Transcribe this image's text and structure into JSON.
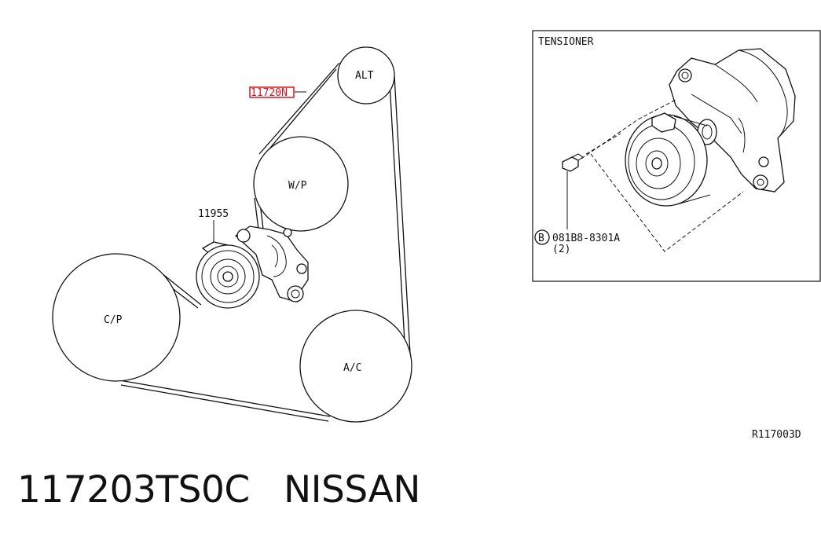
{
  "pulleys": {
    "alt": "ALT",
    "wp": "W/P",
    "cp": "C/P",
    "ac": "A/C"
  },
  "callouts": {
    "belt_part": "11720N",
    "tensioner_part": "11955",
    "bolt_marker": "B",
    "bolt_part": "081B8-8301A",
    "bolt_qty": "(2)"
  },
  "inset": {
    "title": "TENSIONER"
  },
  "figure_code": "R117003D",
  "caption": {
    "part_number": "117203TS0C",
    "brand": "NISSAN"
  },
  "colors": {
    "line": "#111111",
    "highlight": "#e0141e"
  }
}
